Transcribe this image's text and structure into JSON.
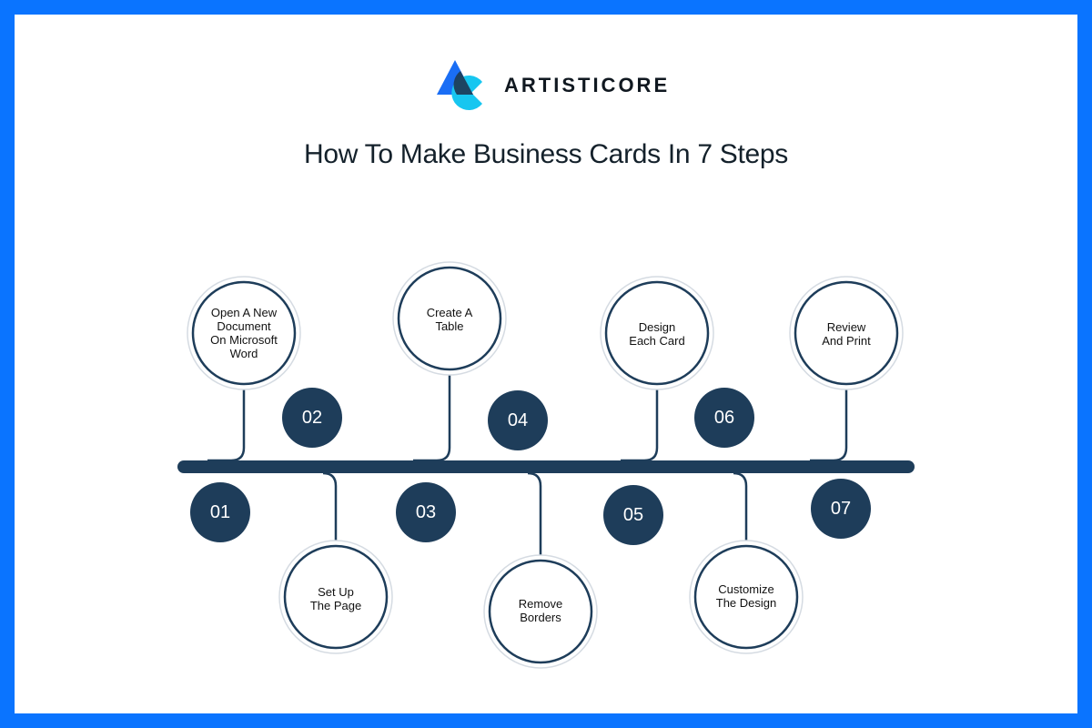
{
  "brand": {
    "name": "ARTISTICORE",
    "colors": {
      "blue": "#1a6ef5",
      "cyan": "#17c6f0",
      "navy": "#1e3d5a",
      "border": "#0a74ff"
    }
  },
  "title": "How To Make Business Cards In 7 Steps",
  "steps": [
    {
      "number": "01",
      "label": "Open A New Document On Microsoft Word",
      "lines": [
        "Open A New",
        "Document",
        "On Microsoft",
        "Word"
      ],
      "position": "top"
    },
    {
      "number": "02",
      "label": "Set Up The Page",
      "lines": [
        "Set Up",
        "The Page"
      ],
      "position": "bottom"
    },
    {
      "number": "03",
      "label": "Create A Table",
      "lines": [
        "Create A",
        "Table"
      ],
      "position": "top"
    },
    {
      "number": "04",
      "label": "Remove Borders",
      "lines": [
        "Remove",
        "Borders"
      ],
      "position": "bottom"
    },
    {
      "number": "05",
      "label": "Design Each Card",
      "lines": [
        "Design",
        "Each Card"
      ],
      "position": "top"
    },
    {
      "number": "06",
      "label": "Customize The Design",
      "lines": [
        "Customize",
        "The Design"
      ],
      "position": "bottom"
    },
    {
      "number": "07",
      "label": "Review And Print",
      "lines": [
        "Review",
        "And Print"
      ],
      "position": "top"
    }
  ]
}
